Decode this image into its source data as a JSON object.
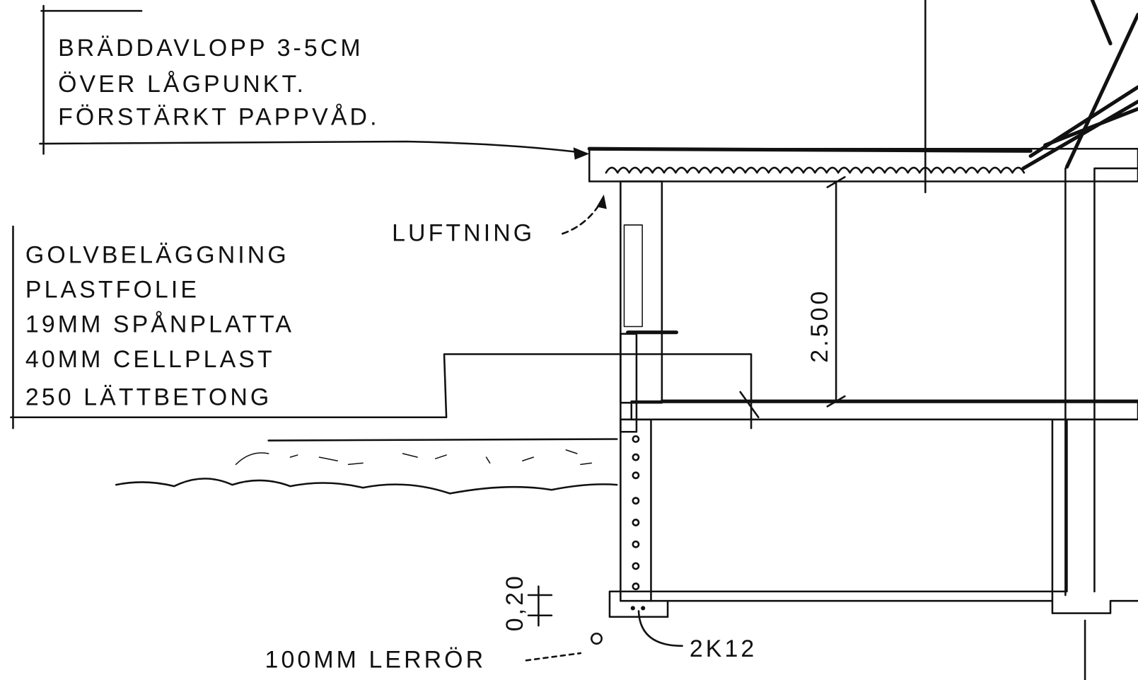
{
  "notes": {
    "overflow": [
      "BRÄDDAVLOPP 3-5CM",
      "ÖVER LÅGPUNKT.",
      "FÖRSTÄRKT PAPPVÅD."
    ],
    "ventilation": "LUFTNING",
    "floor_layers": [
      "GOLVBELÄGGNING",
      "PLASTFOLIE",
      "19MM SPÅNPLATTA",
      "40MM CELLPLAST",
      "250 LÄTTBETONG"
    ],
    "ceiling_height": "2.500",
    "footing_dim": "0,20",
    "drain_pipe": "100MM LERRÖR",
    "rebar": "2K12"
  }
}
